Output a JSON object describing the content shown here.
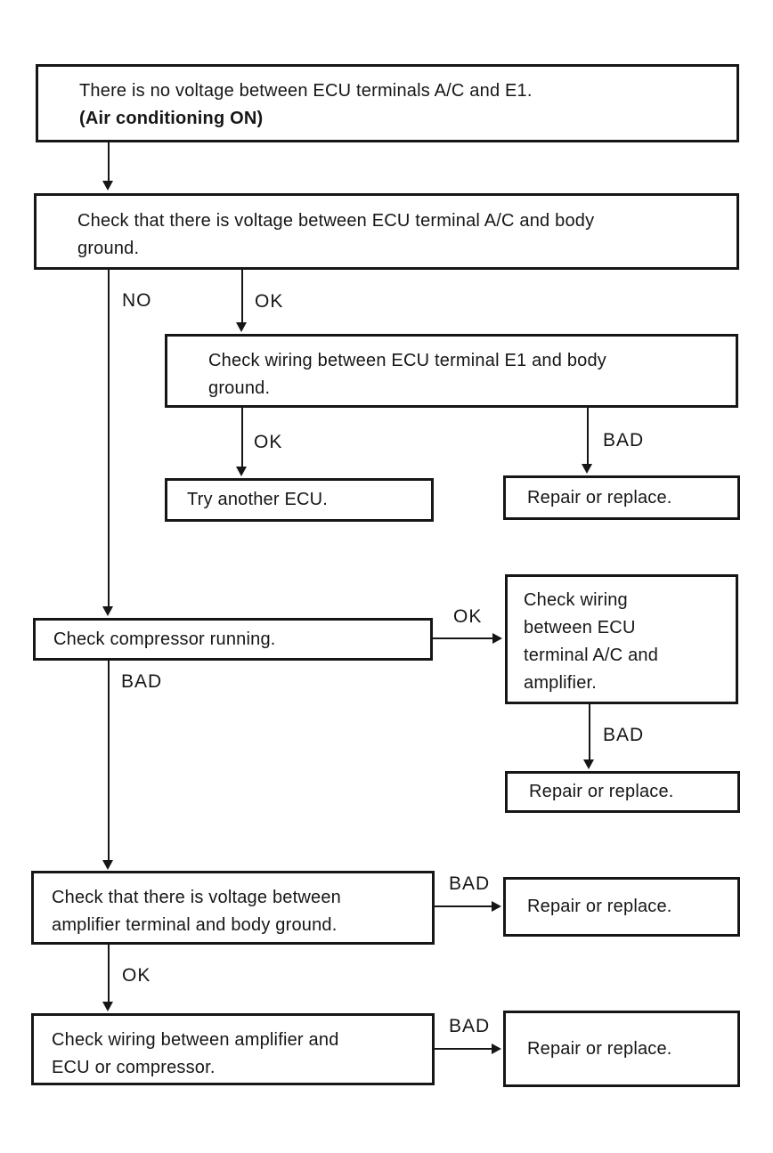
{
  "page": {
    "background": "#ffffff",
    "ink_color": "#161616"
  },
  "flowchart": {
    "nodes": {
      "start": {
        "line1": "There is no voltage between ECU terminals A/C and E1.",
        "line2": "(Air conditioning ON)"
      },
      "check_voltage_ecu_ac": {
        "line1": "Check that there is voltage between ECU terminal A/C and body",
        "line2": "ground."
      },
      "check_wiring_e1": {
        "line1": "Check wiring between ECU terminal E1 and body",
        "line2": "ground."
      },
      "try_another_ecu": {
        "text": "Try another ECU."
      },
      "repair_1": {
        "text": "Repair or replace."
      },
      "check_compressor": {
        "text": "Check compressor running."
      },
      "check_wiring_ac_amplifier": {
        "line1": "Check wiring",
        "line2": "between ECU",
        "line3": "terminal A/C and",
        "line4": "amplifier."
      },
      "repair_2": {
        "text": "Repair or replace."
      },
      "check_voltage_amplifier": {
        "line1": "Check that there is voltage between",
        "line2": "amplifier terminal and body ground."
      },
      "repair_3": {
        "text": "Repair or replace."
      },
      "check_wiring_amplifier_ecu": {
        "line1": "Check wiring between amplifier and",
        "line2": "ECU or compressor."
      },
      "repair_4": {
        "text": "Repair or replace."
      }
    },
    "connector_labels": {
      "no_1": "NO",
      "ok_1": "OK",
      "ok_2": "OK",
      "bad_1": "BAD",
      "ok_3": "OK",
      "bad_2": "BAD",
      "bad_3": "BAD",
      "bad_4": "BAD",
      "ok_4": "OK",
      "bad_5": "BAD"
    }
  }
}
